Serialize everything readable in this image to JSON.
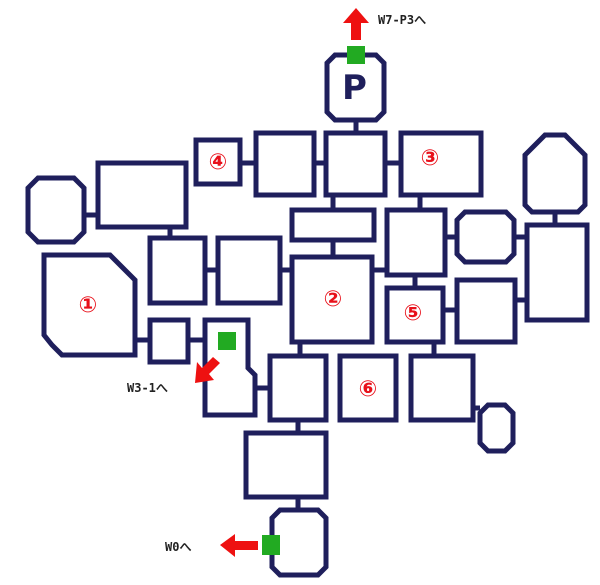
{
  "exits": {
    "top": "W7-P3へ",
    "left": "W3-1へ",
    "bottom": "W0へ"
  },
  "portal_label": "P",
  "rooms": {
    "r1": "①",
    "r2": "②",
    "r3": "③",
    "r4": "④",
    "r5": "⑤",
    "r6": "⑥"
  },
  "colors": {
    "wall": "#1f1f5c",
    "marker": "#22aa22",
    "arrow": "#ee1111",
    "number": "#e8101a"
  }
}
